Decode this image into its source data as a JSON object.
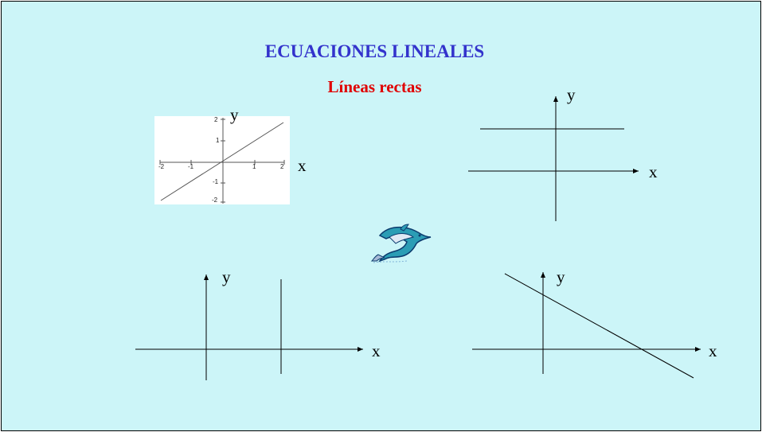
{
  "slide": {
    "title": "ECUACIONES LINEALES",
    "subtitle": "Líneas rectas"
  },
  "graph1": {
    "ylabel": "y",
    "xlabel": "x",
    "xticks": [
      "-2",
      "-1",
      "1",
      "2"
    ],
    "yticks": [
      "2",
      "1",
      "-1",
      "-2"
    ]
  },
  "graph2": {
    "ylabel": "y",
    "xlabel": "x"
  },
  "graph3": {
    "ylabel": "y",
    "xlabel": "x"
  },
  "graph4": {
    "ylabel": "y",
    "xlabel": "x"
  },
  "colors": {
    "background": "#ccf5f8",
    "title": "#3333cc",
    "subtitle": "#e00000"
  },
  "clipart": "dolphin"
}
